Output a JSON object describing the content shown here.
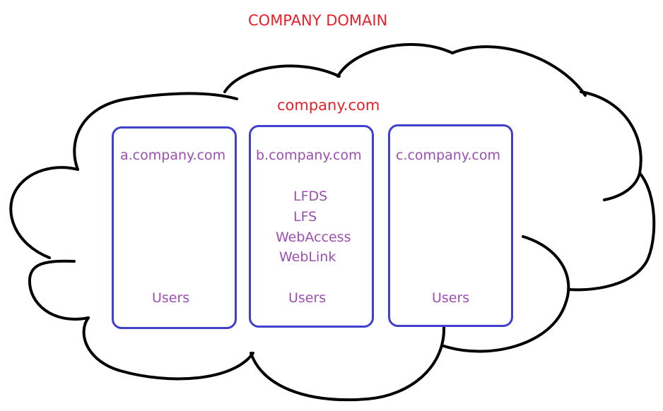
{
  "diagram": {
    "title": "COMPANY DOMAIN",
    "domain_label": "company.com",
    "colors": {
      "title": "#e8202a",
      "box_border": "#4040cc",
      "box_text": "#9b4fb0",
      "cloud_outline": "#000000"
    },
    "subdomains": [
      {
        "name": "a.company.com",
        "services": [],
        "users_label": "Users"
      },
      {
        "name": "b.company.com",
        "services": [
          "LFDS",
          "LFS",
          "WebAccess",
          "WebLink"
        ],
        "users_label": "Users"
      },
      {
        "name": "c.company.com",
        "services": [],
        "users_label": "Users"
      }
    ]
  }
}
